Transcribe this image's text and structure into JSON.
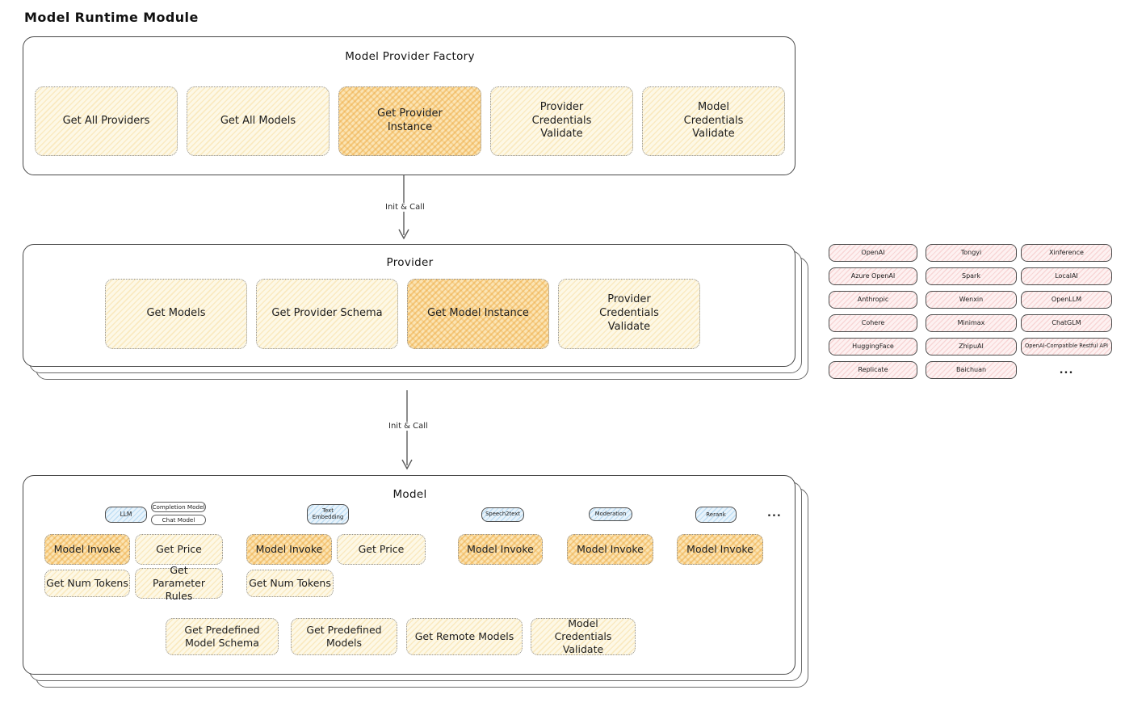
{
  "page_title": "Model Runtime Module",
  "colors": {
    "yellow_fill": "#fdf8e6",
    "yellow_hatch": "#f3c969",
    "orange_highlight_fill": "#fbe4b4",
    "orange_highlight_hatch": "#eca435",
    "pink_fill": "#fdf1f1",
    "pink_hatch": "#f0aaaa",
    "blue_fill": "#e8f3fb",
    "blue_hatch": "#8cc4ec",
    "outline": "#484848"
  },
  "factory": {
    "title": "Model Provider Factory",
    "buttons": [
      {
        "label": "Get All Providers"
      },
      {
        "label": "Get All Models"
      },
      {
        "label": "Get Provider Instance"
      },
      {
        "label": "Provider Credentials Validate"
      },
      {
        "label": "Model Credentials Validate"
      }
    ]
  },
  "arrow1": {
    "label": "Init & Call"
  },
  "arrow2": {
    "label": "Init & Call"
  },
  "provider": {
    "title": "Provider",
    "buttons": [
      {
        "label": "Get Models"
      },
      {
        "label": "Get Provider Schema"
      },
      {
        "label": "Get Model Instance"
      },
      {
        "label": "Provider Credentials Validate"
      }
    ]
  },
  "providers": {
    "col1": [
      "OpenAI",
      "Azure OpenAI",
      "Anthropic",
      "Cohere",
      "HuggingFace",
      "Replicate"
    ],
    "col2": [
      "Tongyi",
      "Spark",
      "Wenxin",
      "Minimax",
      "ZhipuAI",
      "Baichuan"
    ],
    "col3": [
      "Xinference",
      "LocalAI",
      "OpenLLM",
      "ChatGLM",
      "OpenAI-Compatible Restful API"
    ],
    "ellipsis": "..."
  },
  "model": {
    "title": "Model",
    "tabs": {
      "llm": "LLM",
      "completion": "Completion Model",
      "chat": "Chat Model",
      "text_embedding": "Text Embedding",
      "speech2text": "Speech2text",
      "moderation": "Moderation",
      "rerank": "Rerank",
      "ellipsis": "..."
    },
    "buttons": {
      "model_invoke": "Model Invoke",
      "get_price": "Get Price",
      "get_num_tokens": "Get Num Tokens",
      "get_parameter_rules": "Get Parameter Rules"
    },
    "bottom_buttons": [
      {
        "label": "Get Predefined Model Schema"
      },
      {
        "label": "Get Predefined Models"
      },
      {
        "label": "Get Remote Models"
      },
      {
        "label": "Model Credentials Validate"
      }
    ]
  }
}
